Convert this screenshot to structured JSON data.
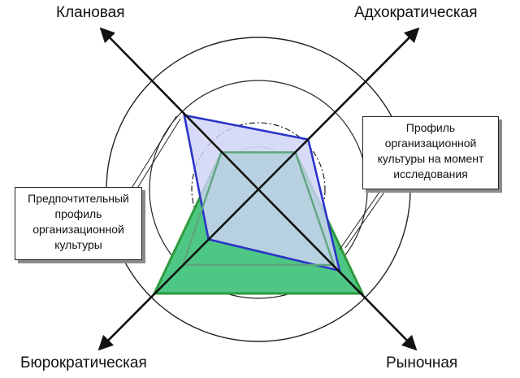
{
  "axes": {
    "top_left": "Клановая",
    "top_right": "Адхократическая",
    "bottom_left": "Бюрократическая",
    "bottom_right": "Рыночная"
  },
  "callouts": {
    "current_profile": [
      "Профиль",
      "организационной",
      "культуры на момент",
      "исследования"
    ],
    "preferred_profile": [
      "Предпочтительный",
      "профиль",
      "организационной",
      "культуры"
    ]
  },
  "chart_data": {
    "type": "radar",
    "axes_order": [
      "Клановая",
      "Адхократическая",
      "Рыночная",
      "Бюрократическая"
    ],
    "scale_rings": 4,
    "series": [
      {
        "values": [
          0.52,
          0.35,
          0.57,
          0.35
        ],
        "stroke": "#2b35c8",
        "fill": "#cfd3f5"
      },
      {
        "values": [
          0.26,
          0.26,
          0.73,
          0.73
        ],
        "stroke": "#2e9a3c",
        "fill": "#4fc784"
      },
      {
        "values": [
          0.26,
          0.26,
          0.53,
          0.53
        ],
        "stroke": "#5ea57e",
        "fill": "none"
      }
    ]
  },
  "colors": {
    "blue_outline": "#2b35c8",
    "blue_fill": "#cfd3f5",
    "green_outline": "#2e9a3c",
    "green_fill": "#4fc784",
    "inner_outline": "#5ea57e"
  }
}
